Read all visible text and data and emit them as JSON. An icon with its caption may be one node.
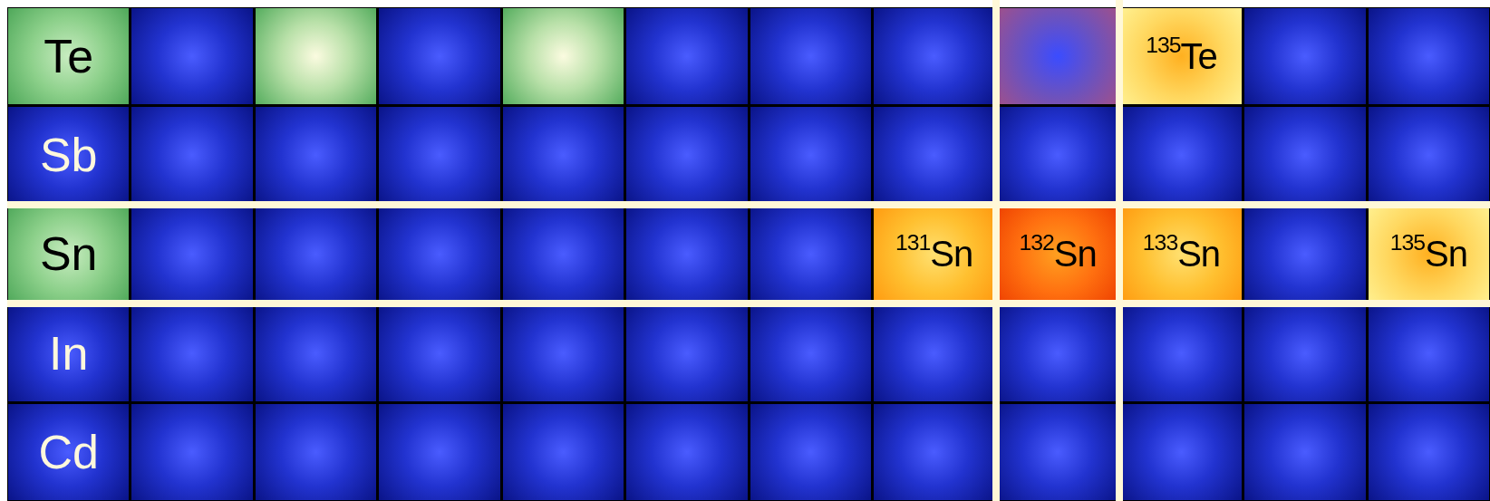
{
  "diagram": {
    "nodes": [
      {
        "text": [
          "Te"
        ]
      },
      {
        "text": [],
        "shape": "box"
      },
      {
        "text": [],
        "shape": "box"
      },
      {
        "text": [],
        "shape": "box"
      },
      {
        "text": [],
        "shape": "box"
      },
      {
        "text": [],
        "shape": "box"
      },
      {
        "text": [],
        "shape": "box"
      },
      {
        "text": [],
        "shape": "box"
      },
      {
        "text": [],
        "shape": "box"
      },
      {
        "text": [
          "$^{135}$Te"
        ]
      },
      {
        "text": [],
        "shape": "box"
      },
      {
        "text": [],
        "shape": "box"
      },
      {
        "text": [
          "Sb"
        ]
      },
      {
        "text": [],
        "shape": "box"
      },
      {
        "text": [],
        "shape": "box"
      },
      {
        "text": [],
        "shape": "box"
      },
      {
        "text": [],
        "shape": "box"
      },
      {
        "text": [],
        "shape": "box"
      },
      {
        "text": [],
        "shape": "box"
      },
      {
        "text": [],
        "shape": "box"
      },
      {
        "text": [],
        "shape": "box"
      },
      {
        "text": [],
        "shape": "box"
      },
      {
        "text": [],
        "shape": "box"
      },
      {
        "text": [],
        "shape": "box"
      },
      {
        "text": [
          "Sn"
        ]
      },
      {
        "text": [],
        "shape": "box"
      },
      {
        "text": [],
        "shape": "box"
      },
      {
        "text": [],
        "shape": "box"
      },
      {
        "text": [],
        "shape": "box"
      },
      {
        "text": [],
        "shape": "box"
      },
      {
        "text": [],
        "shape": "box"
      },
      {
        "text": [
          "$^{131}$Sn"
        ]
      },
      {
        "text": [
          "$^{132}$Sn"
        ]
      },
      {
        "text": [
          "$^{133}$Sn"
        ]
      },
      {
        "text": [],
        "shape": "box"
      },
      {
        "text": [
          "$^{135}$Sn"
        ]
      },
      {
        "text": [
          "In"
        ]
      },
      {
        "text": [],
        "shape": "box"
      },
      {
        "text": [],
        "shape": "box"
      },
      {
        "text": [],
        "shape": "box"
      },
      {
        "text": [],
        "shape": "box"
      },
      {
        "text": [],
        "shape": "box"
      },
      {
        "text": [],
        "shape": "box"
      },
      {
        "text": [],
        "shape": "box"
      },
      {
        "text": [],
        "shape": "box"
      },
      {
        "text": [],
        "shape": "box"
      },
      {
        "text": [],
        "shape": "box"
      },
      {
        "text": [],
        "shape": "box"
      },
      {
        "text": [
          "Cd"
        ]
      },
      {
        "text": [],
        "shape": "box"
      },
      {
        "text": [],
        "shape": "box"
      },
      {
        "text": [],
        "shape": "box"
      },
      {
        "text": [],
        "shape": "box"
      },
      {
        "text": [],
        "shape": "box"
      },
      {
        "text": [],
        "shape": "box"
      },
      {
        "text": [],
        "shape": "box"
      },
      {
        "text": [],
        "shape": "box"
      },
      {
        "text": [],
        "shape": "box"
      },
      {
        "text": [],
        "shape": "box"
      },
      {
        "text": [],
        "shape": "box"
      }
    ]
  }
}
